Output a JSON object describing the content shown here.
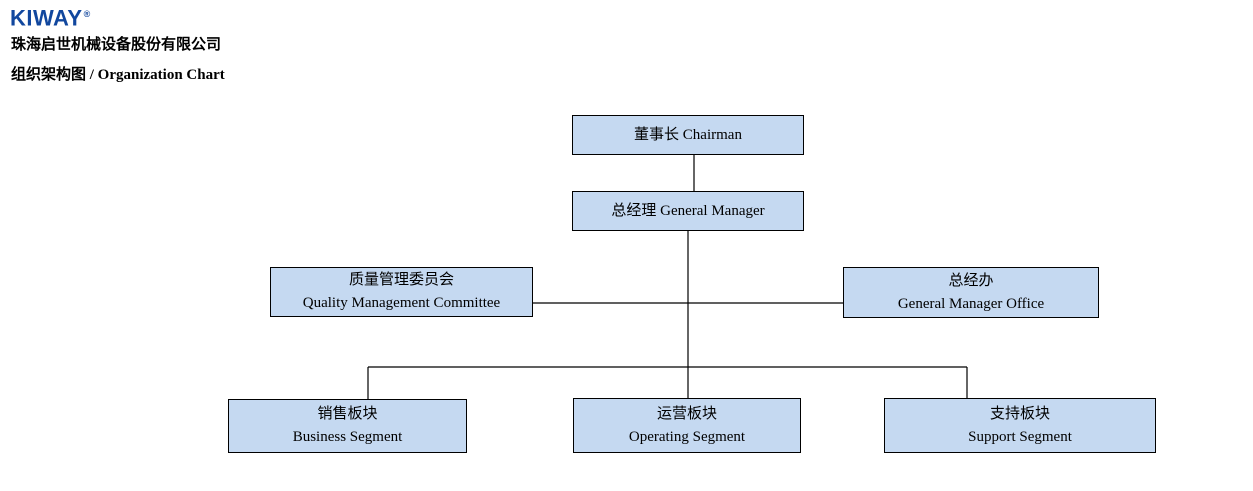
{
  "brand": {
    "logo_text": "KIWAY",
    "registered_mark": "®",
    "company_name_zh": "珠海启世机械设备股份有限公司",
    "page_title": "组织架构图 / Organization Chart"
  },
  "colors": {
    "logo_blue": "#11479e",
    "box_fill": "#c5d9f1",
    "box_border": "#000000",
    "connector_line": "#000000",
    "text": "#000000",
    "background": "#ffffff"
  },
  "org_chart": {
    "nodes": {
      "chairman": {
        "label": "董事长 Chairman"
      },
      "general_manager": {
        "label": "总经理 General Manager"
      },
      "qmc": {
        "zh": "质量管理委员会",
        "en": "Quality Management Committee"
      },
      "gmo": {
        "zh": "总经办",
        "en": "General Manager Office"
      },
      "business": {
        "zh": "销售板块",
        "en": "Business Segment"
      },
      "operating": {
        "zh": "运营板块",
        "en": "Operating Segment"
      },
      "support": {
        "zh": "支持板块",
        "en": "Support Segment"
      }
    },
    "edges": [
      [
        "chairman",
        "general_manager"
      ],
      [
        "general_manager",
        "qmc"
      ],
      [
        "general_manager",
        "gmo"
      ],
      [
        "general_manager",
        "business"
      ],
      [
        "general_manager",
        "operating"
      ],
      [
        "general_manager",
        "support"
      ]
    ]
  }
}
